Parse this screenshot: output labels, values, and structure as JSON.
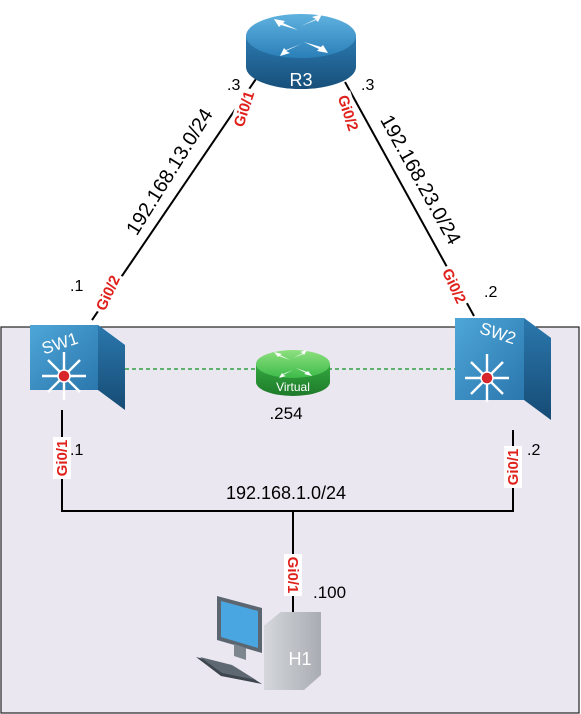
{
  "devices": {
    "r3": {
      "name": "R3"
    },
    "sw1": {
      "name": "SW1"
    },
    "sw2": {
      "name": "SW2"
    },
    "virtual": {
      "name": "Virtual"
    },
    "h1": {
      "name": "H1"
    }
  },
  "networks": {
    "r3_sw1": "192.168.13.0/24",
    "r3_sw2": "192.168.23.0/24",
    "lan": "192.168.1.0/24"
  },
  "interfaces": {
    "r3_left": "Gi0/1",
    "r3_right": "Gi0/2",
    "sw1_up": "Gi0/2",
    "sw1_down": "Gi0/1",
    "sw2_up": "Gi0/2",
    "sw2_down": "Gi0/1",
    "h1_up": "Gi0/1"
  },
  "addresses": {
    "r3_left": ".3",
    "r3_right": ".3",
    "sw1_up": ".1",
    "sw1_down": ".1",
    "sw2_up": ".2",
    "sw2_down": ".2",
    "virtual": ".254",
    "h1": ".100"
  },
  "colors": {
    "lan_box_fill": "#ebe7f1",
    "device_blue": "#2f7fb0",
    "virtual_green": "#3dbb4a",
    "interface_red": "#e0201b",
    "hsrp_link": "#2ea043"
  }
}
